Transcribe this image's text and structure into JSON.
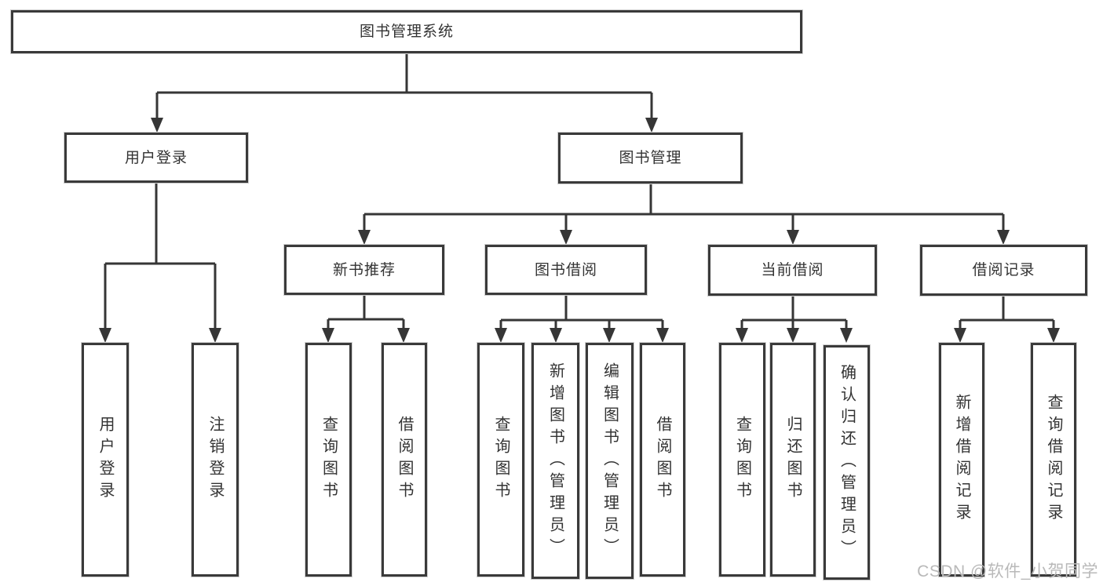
{
  "diagram": {
    "root": {
      "label": "图书管理系统"
    },
    "level2": [
      {
        "label": "用户登录"
      },
      {
        "label": "图书管理"
      }
    ],
    "level3": [
      {
        "label": "新书推荐"
      },
      {
        "label": "图书借阅"
      },
      {
        "label": "当前借阅"
      },
      {
        "label": "借阅记录"
      }
    ],
    "leaves": {
      "user_login": [
        {
          "label": "用户登录"
        },
        {
          "label": "注销登录"
        }
      ],
      "new_book": [
        {
          "label": "查询图书"
        },
        {
          "label": "借阅图书"
        }
      ],
      "book_borrow": [
        {
          "label": "查询图书"
        },
        {
          "label": "新增图书（管理员）"
        },
        {
          "label": "编辑图书（管理员）"
        },
        {
          "label": "借阅图书"
        }
      ],
      "current_borrow": [
        {
          "label": "查询图书"
        },
        {
          "label": "归还图书"
        },
        {
          "label": "确认归还（管理员）"
        }
      ],
      "borrow_record": [
        {
          "label": "新增借阅记录"
        },
        {
          "label": "查询借阅记录"
        }
      ]
    }
  },
  "watermark": "CSDN @软件_小贺同学",
  "colors": {
    "line": "#363636",
    "box_border": "#3a3a3a",
    "text": "#333333",
    "watermark": "#b9b9b9",
    "background": "#ffffff"
  }
}
